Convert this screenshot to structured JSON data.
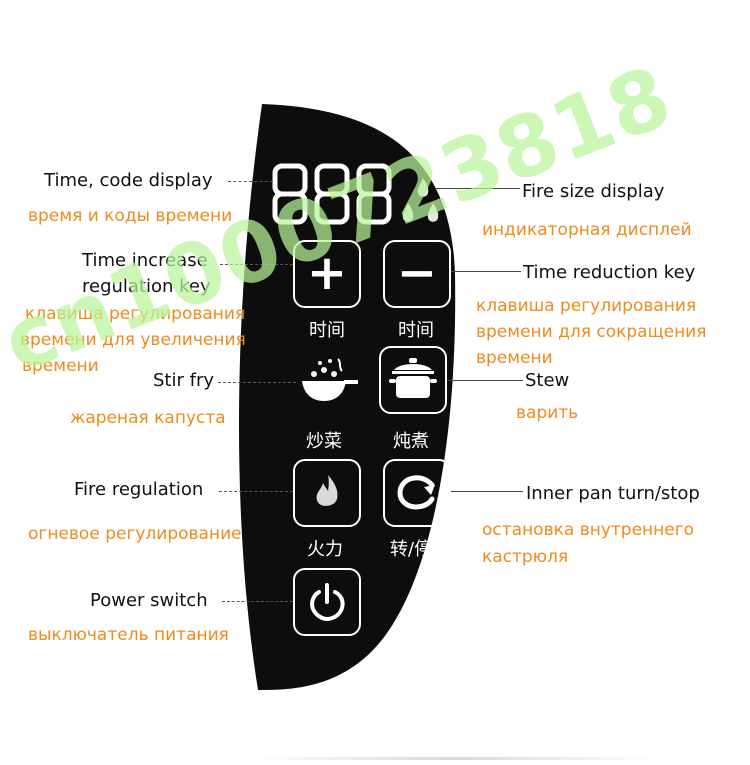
{
  "panel": {
    "display_digits": "888",
    "buttons": {
      "time_increase": {
        "symbol": "+",
        "caption": "时间"
      },
      "time_decrease": {
        "symbol": "−",
        "caption": "时间"
      },
      "stir_fry": {
        "caption": "炒菜"
      },
      "stew": {
        "caption": "炖煮"
      },
      "fire": {
        "caption": "火力"
      },
      "turn_stop": {
        "caption": "转/停"
      },
      "power": {}
    }
  },
  "labels": {
    "time_display": {
      "en": "Time, code display",
      "ru": "время и коды времени"
    },
    "fire_size": {
      "en": "Fire size display",
      "ru": "индикаторная дисплей"
    },
    "time_increase": {
      "en_line1": "Time increase",
      "en_line2": "regulation key",
      "ru_line1": "клавиша регулирования",
      "ru_line2": "времени для увеличения",
      "ru_line3": "времени"
    },
    "time_reduction": {
      "en": "Time reduction key",
      "ru_line1": "клавиша регулирования",
      "ru_line2": "времени для сокращения",
      "ru_line3": "времени"
    },
    "stir_fry": {
      "en": "Stir fry",
      "ru": "жареная капуста"
    },
    "stew": {
      "en": "Stew",
      "ru": "варить"
    },
    "fire_regulation": {
      "en": "Fire regulation",
      "ru": "огневое регулирование"
    },
    "inner_pan": {
      "en": "Inner pan turn/stop",
      "ru_line1": "остановка внутреннего",
      "ru_line2": "кастрюля"
    },
    "power_switch": {
      "en": "Power switch",
      "ru": "выключатель питания"
    }
  },
  "watermark": {
    "text": "cn1000723818"
  },
  "colors": {
    "panel": "#0d0d0d",
    "english": "#111111",
    "russian": "#f08a1e",
    "watermark": "#b9f59a"
  }
}
